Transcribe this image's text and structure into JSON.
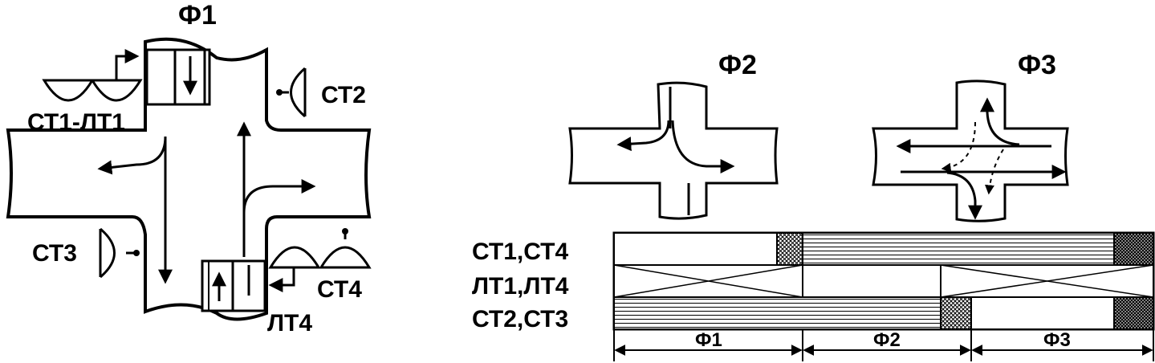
{
  "phase1": {
    "title": "Ф1",
    "labels": {
      "st1_lt1": "СТ1-ЛТ1",
      "st2": "СТ2",
      "st3": "СТ3",
      "st4": "СТ4",
      "lt4": "ЛТ4"
    }
  },
  "phase2": {
    "title": "Ф2"
  },
  "phase3": {
    "title": "Ф3"
  },
  "timing": {
    "rows": [
      {
        "label": "СТ1,СТ4"
      },
      {
        "label": "ЛТ1,ЛТ4"
      },
      {
        "label": "СТ2,СТ3"
      }
    ],
    "phases": [
      "Ф1",
      "Ф2",
      "Ф3"
    ]
  },
  "colors": {
    "ink": "#000000",
    "paper": "#ffffff"
  }
}
